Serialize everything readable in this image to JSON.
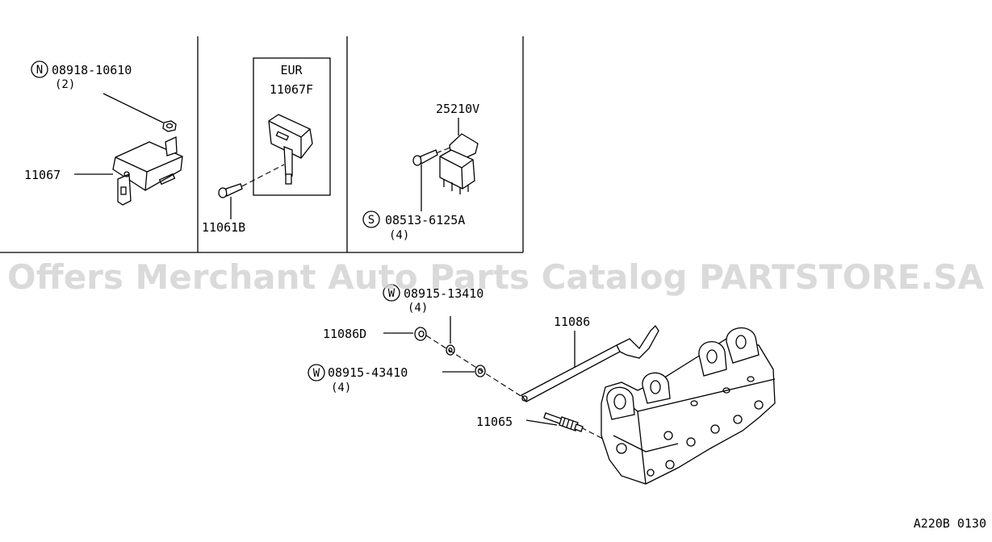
{
  "parts": {
    "p1": "08918-10610",
    "p1_qty": "(2)",
    "p1_mark": "N",
    "p2": "11067",
    "p3_box": "EUR",
    "p3": "11067F",
    "p4": "11061B",
    "p5": "25210V",
    "p6": "08513-6125A",
    "p6_qty": "(4)",
    "p6_mark": "S",
    "p7": "08915-13410",
    "p7_qty": "(4)",
    "p7_mark": "W",
    "p8": "11086D",
    "p9": "11086",
    "p10": "08915-43410",
    "p10_qty": "(4)",
    "p10_mark": "W",
    "p11": "11065"
  },
  "watermark": "Offers Merchant Auto Parts Catalog PARTSTORE.SA",
  "diagram_code": "A220B 0130",
  "icons": [
    "glow-relay-icon",
    "relay-icon",
    "cylinder-head-icon",
    "glow-plug-icon",
    "bolt-icon",
    "washer-icon",
    "nut-icon"
  ]
}
